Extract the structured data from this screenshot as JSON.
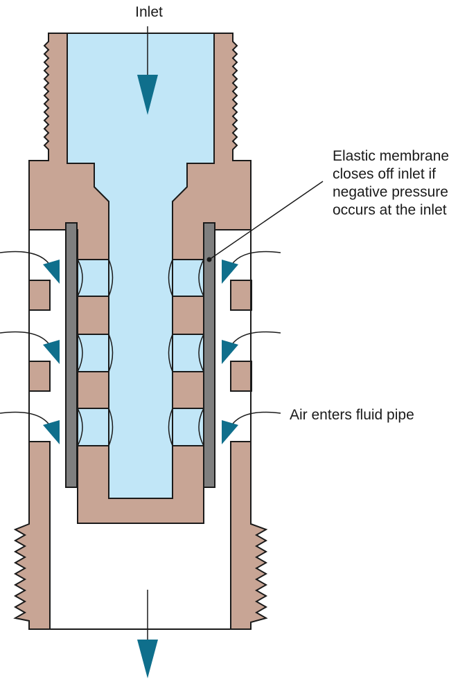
{
  "labels": {
    "inlet": "Inlet",
    "membrane": [
      "Elastic membrane",
      "closes off inlet if",
      "negative pressure",
      "occurs at the inlet"
    ],
    "air": "Air enters fluid pipe"
  },
  "colors": {
    "body": "#c8a595",
    "fluid": "#c1e6f7",
    "membrane": "#7f7f7f",
    "arrow": "#0f6f8c",
    "outline": "#1a1a1a"
  }
}
